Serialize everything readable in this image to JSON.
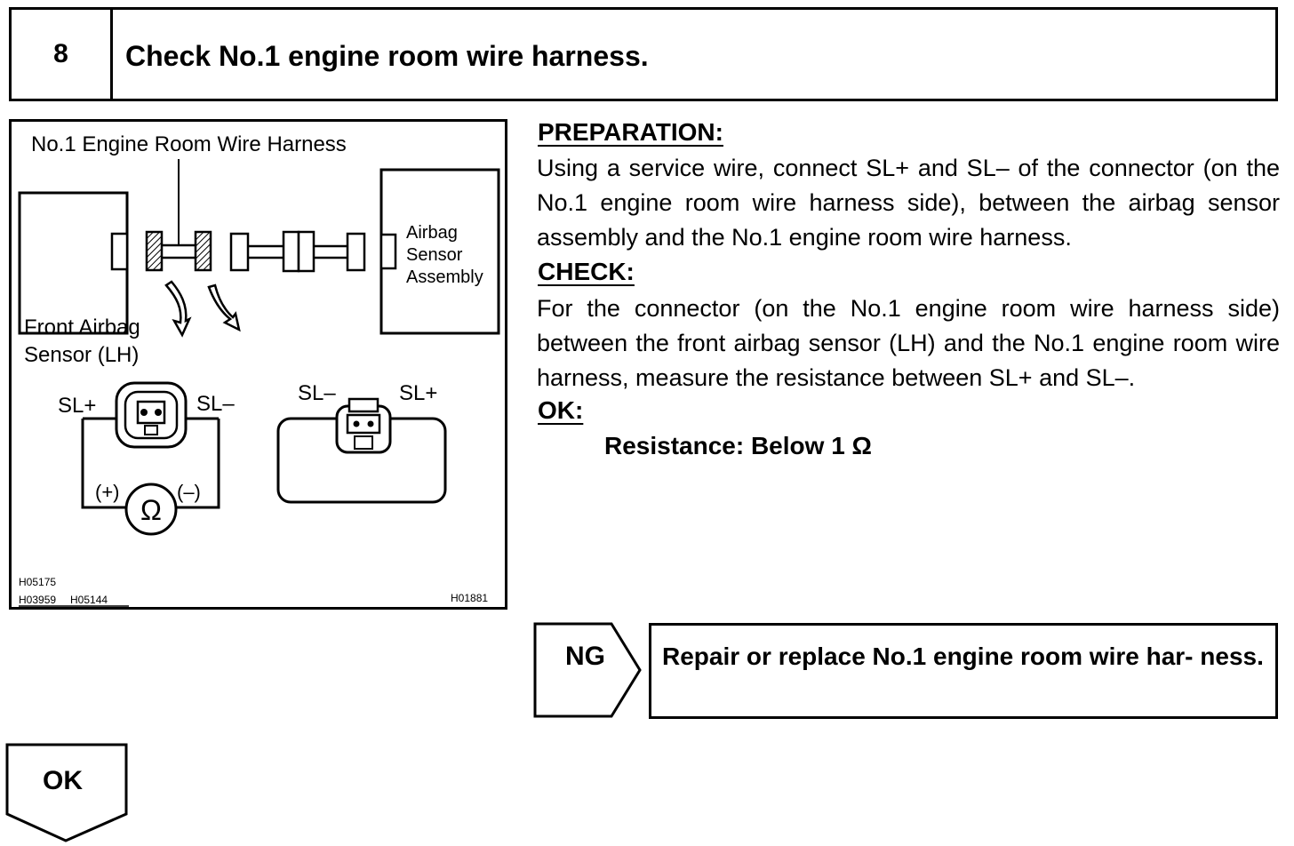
{
  "step": {
    "number": "8",
    "title": "Check No.1 engine room wire harness."
  },
  "figure": {
    "harness_label": "No.1 Engine Room Wire Harness",
    "airbag_sensor_label": [
      "Airbag",
      "Sensor",
      "Assembly"
    ],
    "front_sensor_label": [
      "Front Airbag",
      "Sensor (LH)"
    ],
    "left_connector": {
      "pin_left": "SL+",
      "pin_right": "SL–"
    },
    "right_connector": {
      "pin_left": "SL–",
      "pin_right": "SL+"
    },
    "meter": {
      "positive": "(+)",
      "negative": "(–)",
      "symbol": "Ω"
    },
    "ref_codes": [
      "H05175",
      "H03959",
      "H05144"
    ],
    "ref_code_right": "H01881"
  },
  "preparation": {
    "heading": "PREPARATION:",
    "text": "Using a service wire, connect SL+ and SL– of the connector (on the No.1 engine room wire harness side), between the airbag sensor assembly and the No.1 engine room wire harness."
  },
  "check": {
    "heading": "CHECK:",
    "text": "For the connector (on the No.1 engine room wire harness side) between the front airbag sensor (LH) and the No.1 engine room wire harness, measure the resistance between SL+ and SL–."
  },
  "ok": {
    "heading": "OK:",
    "spec": "Resistance: Below 1 Ω",
    "arrow_label": "OK"
  },
  "ng": {
    "label": "NG",
    "action": "Repair or replace No.1 engine room wire har- ness."
  }
}
